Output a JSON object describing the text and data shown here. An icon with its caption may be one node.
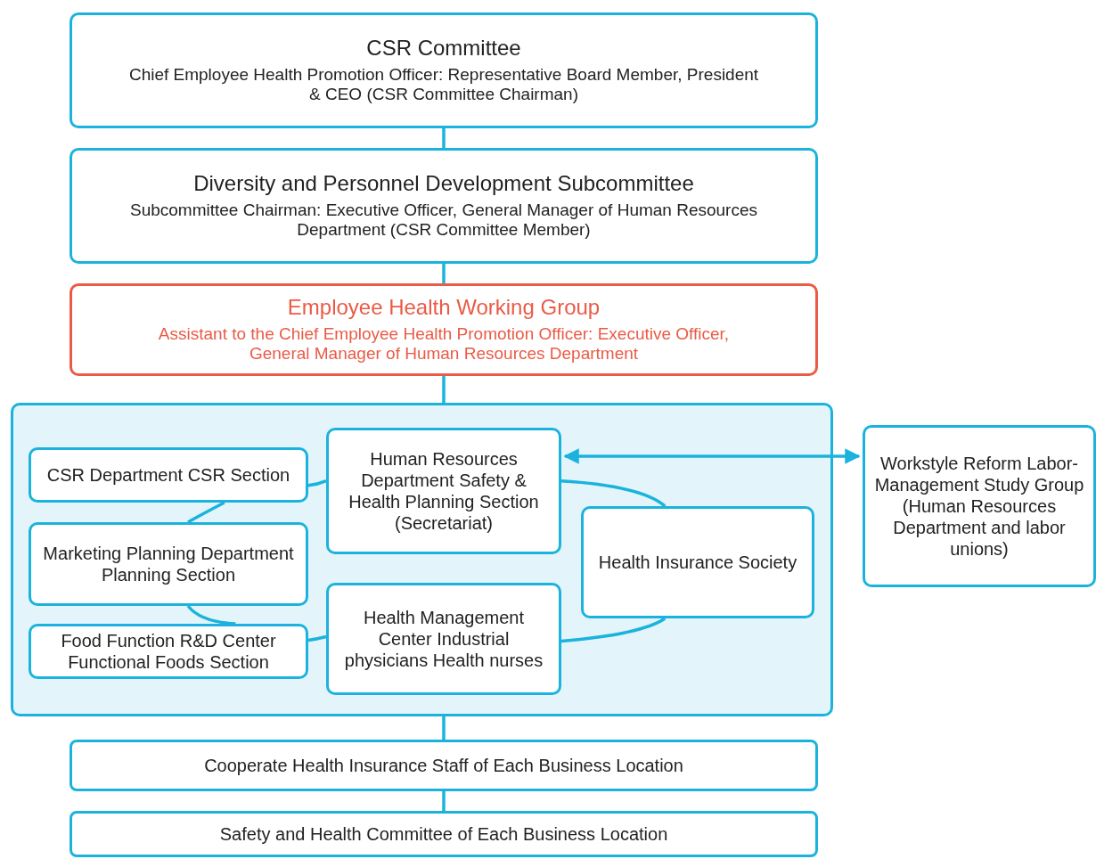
{
  "diagram": {
    "nodes": [
      {
        "text": [
          "CSR Committee",
          "Chief Employee Health Promotion Officer: Representative Board Member, President & CEO (CSR Committee Chairman)"
        ]
      },
      {
        "text": [
          "Diversity and Personnel Development Subcommittee",
          "Subcommittee Chairman: Executive Officer, General Manager of Human Resources Department (CSR Committee Member)"
        ]
      },
      {
        "text": [
          "Employee Health Working Group",
          "Assistant to the Chief Employee Health Promotion Officer: Executive Officer, General Manager of Human Resources Department"
        ]
      },
      {
        "text": [],
        "shape": "box"
      },
      {
        "text": [
          "Human Resources Department Safety & Health Planning Section (Secretariat)"
        ],
        "in": 3
      },
      {
        "text": [
          "CSR Department CSR Section"
        ],
        "in": 3
      },
      {
        "text": [
          "Marketing Planning Department Planning Section"
        ],
        "in": 3
      },
      {
        "text": [
          "Health Insurance Society"
        ],
        "in": 3
      },
      {
        "text": [
          "Food Function R&D Center Functional Foods Section"
        ],
        "in": 3
      },
      {
        "text": [
          "Health Management Center Industrial physicians Health nurses"
        ],
        "in": 3
      },
      {
        "text": [
          "Workstyle Reform Labor-Management Study Group (Human Resources Department and labor unions)"
        ]
      },
      {
        "text": [
          "Cooperate Health Insurance Staff of Each Business Location"
        ]
      },
      {
        "text": [
          "Safety and Health Committee of Each Business Location"
        ]
      }
    ],
    "edges": [
      {
        "from": 0,
        "to": 1,
        "arrow": "none"
      },
      {
        "from": 1,
        "to": 2,
        "arrow": "none"
      },
      {
        "from": 2,
        "to": 3,
        "arrow": "none"
      },
      {
        "from": 3,
        "to": 11,
        "arrow": "none"
      },
      {
        "from": 11,
        "to": 12,
        "arrow": "none"
      },
      {
        "from": 4,
        "to": 10,
        "arrow": "both"
      },
      {
        "from": 5,
        "to": 4,
        "arrow": "none"
      },
      {
        "from": 4,
        "to": 7,
        "arrow": "none"
      },
      {
        "from": 5,
        "to": 6,
        "arrow": "none"
      },
      {
        "from": 6,
        "to": 8,
        "arrow": "none"
      },
      {
        "from": 8,
        "to": 9,
        "arrow": "none"
      },
      {
        "from": 9,
        "to": 7,
        "arrow": "none"
      }
    ]
  }
}
